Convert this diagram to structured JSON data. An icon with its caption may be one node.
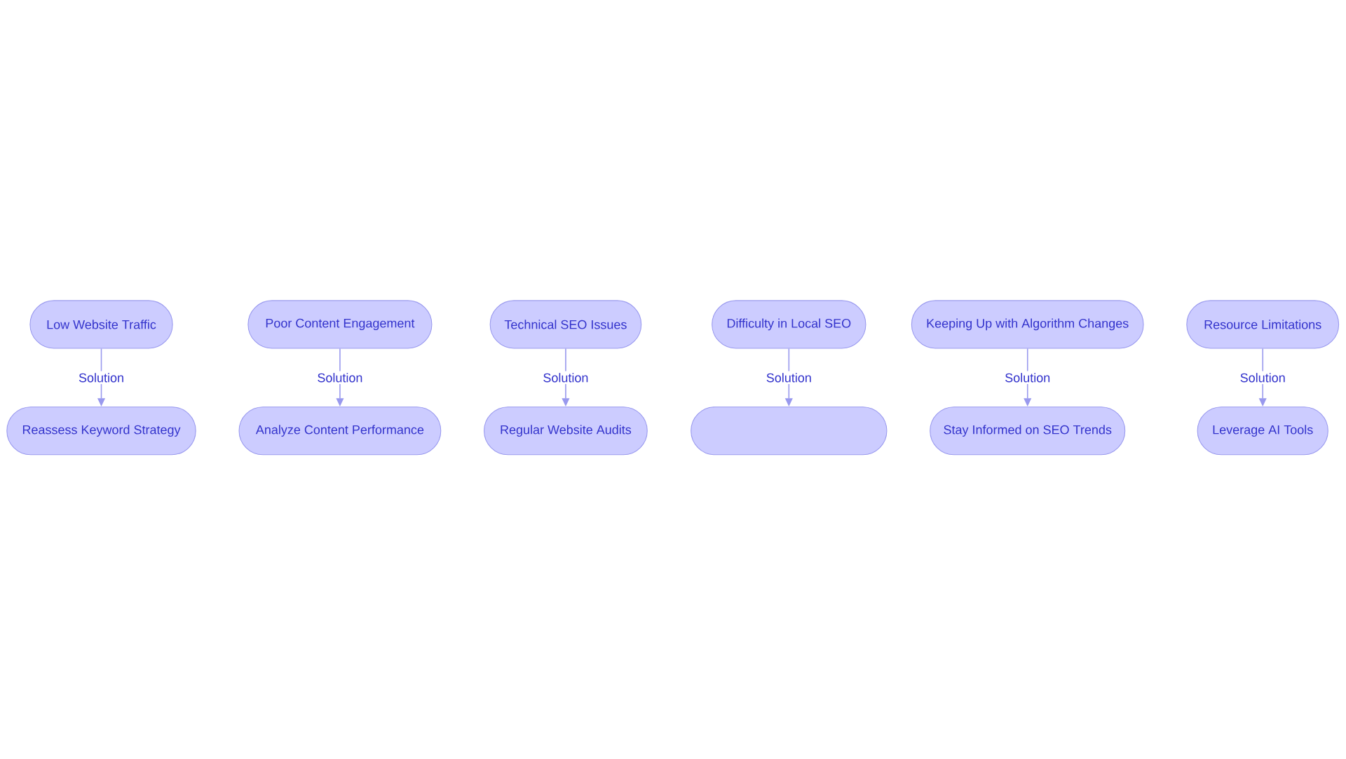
{
  "diagram": {
    "nodes": [
      {
        "text": [
          "Low Website Traffic"
        ]
      },
      {
        "text": [
          "Reassess Keyword Strategy"
        ]
      },
      {
        "text": [
          "Poor Content Engagement"
        ]
      },
      {
        "text": [
          "Analyze Content Performance"
        ]
      },
      {
        "text": [
          "Technical SEO Issues"
        ]
      },
      {
        "text": [
          "Regular Website Audits"
        ]
      },
      {
        "text": [
          "Difficulty in Local SEO"
        ]
      },
      {
        "text": [],
        "shape": "box"
      },
      {
        "text": [
          "Keeping Up with Algorithm Changes"
        ]
      },
      {
        "text": [
          "Stay Informed on SEO Trends"
        ]
      },
      {
        "text": [
          "Resource Limitations"
        ]
      },
      {
        "text": [
          "Leverage AI Tools"
        ]
      }
    ],
    "edges": [
      {
        "from": 0,
        "to": 1,
        "arrow": "to",
        "label": "Solution"
      },
      {
        "from": 2,
        "to": 3,
        "arrow": "to",
        "label": "Solution"
      },
      {
        "from": 4,
        "to": 5,
        "arrow": "to",
        "label": "Solution"
      },
      {
        "from": 6,
        "to": 7,
        "arrow": "to",
        "label": "Solution"
      },
      {
        "from": 8,
        "to": 9,
        "arrow": "to",
        "label": "Solution"
      },
      {
        "from": 10,
        "to": 11,
        "arrow": "to",
        "label": "Solution"
      }
    ]
  }
}
